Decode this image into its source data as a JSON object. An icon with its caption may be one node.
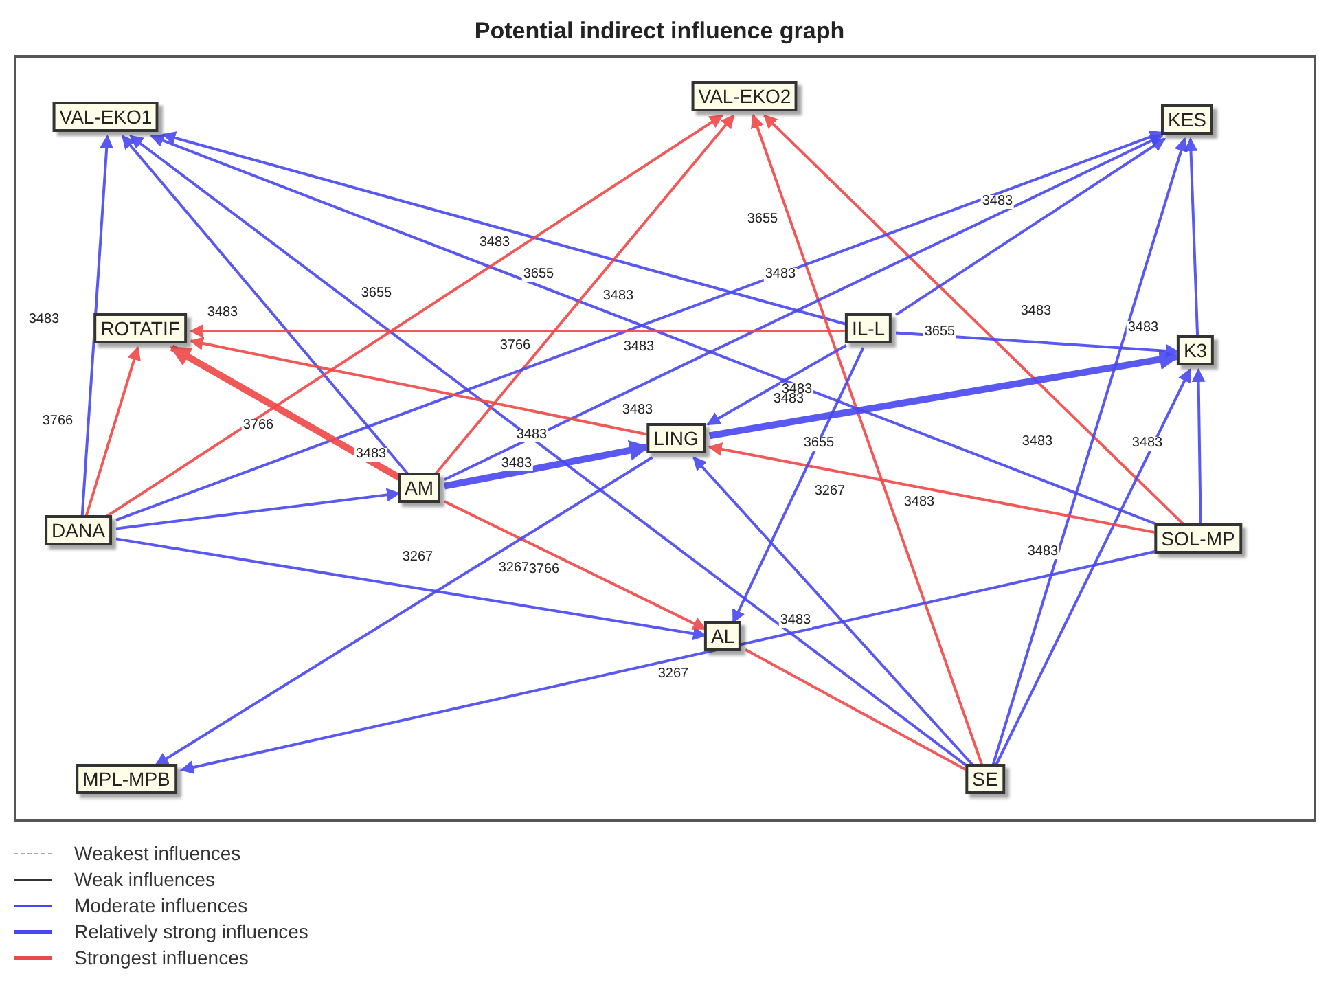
{
  "diagram": {
    "title": "Potential indirect influence graph",
    "nodes": [
      {
        "text": [
          "VAL-EKO1"
        ]
      },
      {
        "text": [
          "VAL-EKO2"
        ]
      },
      {
        "text": [
          "KES"
        ]
      },
      {
        "text": [
          "ROTATIF"
        ]
      },
      {
        "text": [
          "IL-L"
        ]
      },
      {
        "text": [
          "K3"
        ]
      },
      {
        "text": [
          "LING"
        ]
      },
      {
        "text": [
          "AM"
        ]
      },
      {
        "text": [
          "DANA"
        ]
      },
      {
        "text": [
          "SOL-MP"
        ]
      },
      {
        "text": [
          "AL"
        ]
      },
      {
        "text": [
          "MPL-MPB"
        ]
      },
      {
        "text": [
          "SE"
        ]
      }
    ],
    "edges": [
      {
        "from": 8,
        "to": 0,
        "arrow": "to"
      },
      {
        "from": 7,
        "to": 0,
        "arrow": "to"
      },
      {
        "from": 12,
        "to": 0,
        "arrow": "to"
      },
      {
        "from": 4,
        "to": 0,
        "arrow": "to"
      },
      {
        "from": 9,
        "to": 0,
        "arrow": "to"
      },
      {
        "from": 8,
        "to": 1,
        "arrow": "to",
        "color": "#f04848"
      },
      {
        "from": 7,
        "to": 1,
        "arrow": "to",
        "color": "#f04848"
      },
      {
        "from": 12,
        "to": 1,
        "arrow": "to",
        "color": "#f04848"
      },
      {
        "from": 9,
        "to": 1,
        "arrow": "to",
        "color": "#f04848"
      },
      {
        "from": 8,
        "to": 2,
        "arrow": "to"
      },
      {
        "from": 7,
        "to": 2,
        "arrow": "to"
      },
      {
        "from": 4,
        "to": 2,
        "arrow": "to"
      },
      {
        "from": 12,
        "to": 2,
        "arrow": "to"
      },
      {
        "from": 5,
        "to": 2,
        "arrow": "to"
      },
      {
        "from": 8,
        "to": 3,
        "arrow": "to",
        "color": "#f04848"
      },
      {
        "from": 4,
        "to": 3,
        "arrow": "to",
        "color": "#f04848"
      },
      {
        "from": 6,
        "to": 3,
        "arrow": "to",
        "color": "#f04848"
      },
      {
        "from": 7,
        "to": 3,
        "arrow": "to",
        "style": "thick",
        "color": "#f04848"
      },
      {
        "from": 4,
        "to": 5,
        "arrow": "to"
      },
      {
        "from": 6,
        "to": 5,
        "arrow": "to",
        "style": "thick"
      },
      {
        "from": 12,
        "to": 5,
        "arrow": "to"
      },
      {
        "from": 9,
        "to": 5,
        "arrow": "to"
      },
      {
        "from": 4,
        "to": 6,
        "arrow": "to"
      },
      {
        "from": 7,
        "to": 6,
        "arrow": "to",
        "style": "thick"
      },
      {
        "from": 8,
        "to": 7,
        "arrow": "to"
      },
      {
        "from": 9,
        "to": 6,
        "arrow": "to",
        "color": "#f04848"
      },
      {
        "from": 12,
        "to": 6,
        "arrow": "to"
      },
      {
        "from": 8,
        "to": 10,
        "arrow": "to"
      },
      {
        "from": 4,
        "to": 10,
        "arrow": "to"
      },
      {
        "from": 7,
        "to": 10,
        "arrow": "to",
        "color": "#f04848"
      },
      {
        "from": 12,
        "to": 10,
        "arrow": "none",
        "color": "#f04848"
      },
      {
        "from": 9,
        "to": 11,
        "arrow": "to"
      },
      {
        "from": 6,
        "to": 11,
        "arrow": "to"
      }
    ],
    "labels": [
      "3483",
      "3655",
      "3655",
      "3483",
      "3655",
      "3483",
      "3483",
      "3483",
      "3483",
      "3766",
      "3483",
      "3655",
      "3483",
      "3483",
      "3766",
      "3766",
      "3483",
      "3483",
      "3483",
      "3483",
      "3483",
      "3483",
      "3655",
      "3483",
      "3483",
      "3267",
      "3483",
      "3267",
      "3267",
      "3766",
      "3483",
      "3483",
      "3267"
    ],
    "legend": [
      {
        "text": "Weakest influences"
      },
      {
        "text": "Weak influences"
      },
      {
        "text": "Moderate influences"
      },
      {
        "text": "Relatively strong influences"
      },
      {
        "text": "Strongest influences"
      }
    ]
  }
}
